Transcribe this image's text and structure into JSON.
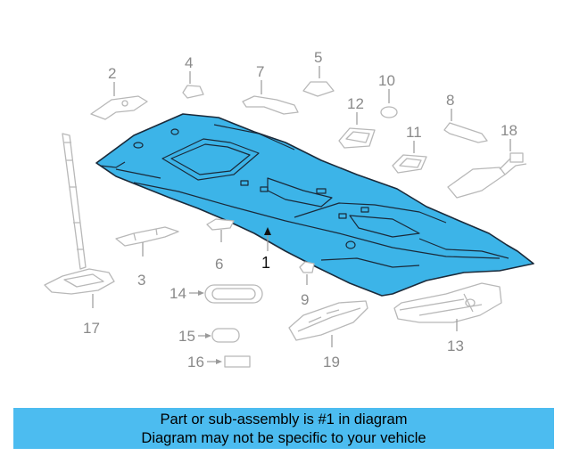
{
  "callouts": {
    "c1": "1",
    "c2": "2",
    "c3": "3",
    "c4": "4",
    "c5": "5",
    "c6": "6",
    "c7": "7",
    "c8": "8",
    "c9": "9",
    "c10": "10",
    "c11": "11",
    "c12": "12",
    "c13": "13",
    "c14": "14",
    "c15": "15",
    "c16": "16",
    "c17": "17",
    "c18": "18",
    "c19": "19"
  },
  "colors": {
    "highlight_part": "#3cb4e8",
    "banner_background": "#4cbcf0",
    "ghost_parts": "#b8b8b8"
  },
  "banner": {
    "line1": "Part or sub-assembly is #1 in diagram",
    "line2": "Diagram may not be specific to your vehicle"
  }
}
